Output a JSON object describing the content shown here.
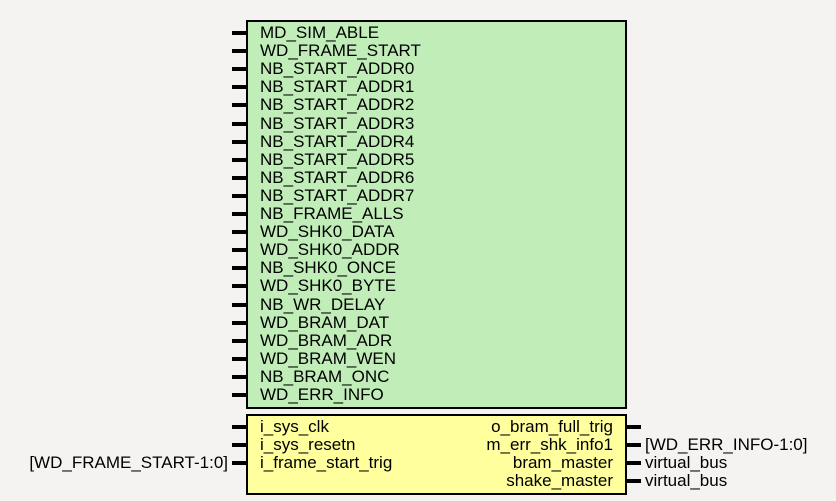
{
  "green_block": {
    "ports": [
      "MD_SIM_ABLE",
      "WD_FRAME_START",
      "NB_START_ADDR0",
      "NB_START_ADDR1",
      "NB_START_ADDR2",
      "NB_START_ADDR3",
      "NB_START_ADDR4",
      "NB_START_ADDR5",
      "NB_START_ADDR6",
      "NB_START_ADDR7",
      "NB_FRAME_ALLS",
      "WD_SHK0_DATA",
      "WD_SHK0_ADDR",
      "NB_SHK0_ONCE",
      "WD_SHK0_BYTE",
      "NB_WR_DELAY",
      "WD_BRAM_DAT",
      "WD_BRAM_ADR",
      "WD_BRAM_WEN",
      "NB_BRAM_ONC",
      "WD_ERR_INFO"
    ]
  },
  "yellow_block": {
    "inputs": [
      "i_sys_clk",
      "i_sys_resetn",
      "i_frame_start_trig"
    ],
    "outputs": [
      "o_bram_full_trig",
      "m_err_shk_info1",
      "bram_master",
      "shake_master"
    ]
  },
  "connections": {
    "input_labels": [
      "",
      "",
      "[WD_FRAME_START-1:0]"
    ],
    "output_labels": [
      "",
      "[WD_ERR_INFO-1:0]",
      "virtual_bus",
      "virtual_bus"
    ]
  },
  "colors": {
    "background": "#f4f3f1",
    "green_block": "#c0edb8",
    "yellow_block": "#ffff9e",
    "outline": "#000000"
  }
}
